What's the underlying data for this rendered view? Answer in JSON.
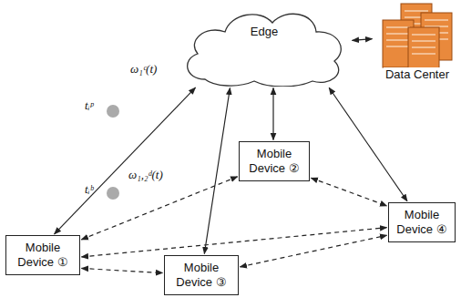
{
  "diagram": {
    "nodes": [
      {
        "text": [
          "Edge"
        ]
      },
      {
        "text": [
          "Data Center"
        ]
      },
      {
        "text": [
          "Mobile Device ②"
        ]
      },
      {
        "text": [
          "Mobile Device ①"
        ]
      },
      {
        "text": [
          "Mobile Device ④"
        ]
      },
      {
        "text": [
          "Mobile Device ③"
        ]
      }
    ],
    "edges": [
      {
        "from": 0,
        "to": 1,
        "arrow": "both"
      },
      {
        "from": 3,
        "to": 0,
        "label": "ω₁ᶜ(t)",
        "arrow": "both"
      },
      {
        "from": 2,
        "to": 0,
        "arrow": "both"
      },
      {
        "from": 5,
        "to": 0,
        "arrow": "both"
      },
      {
        "from": 4,
        "to": 0,
        "arrow": "both"
      },
      {
        "from": 3,
        "to": 2,
        "label": "ω₁,₂ᵈ(t)",
        "arrow": "both"
      },
      {
        "from": 3,
        "to": 5,
        "arrow": "both"
      },
      {
        "from": 3,
        "to": 4,
        "arrow": "both"
      },
      {
        "from": 2,
        "to": 4,
        "arrow": "both"
      },
      {
        "from": 5,
        "to": 4,
        "arrow": "both"
      }
    ],
    "labels": [
      "tᵢᵖ",
      "tᵢᵇ"
    ]
  }
}
